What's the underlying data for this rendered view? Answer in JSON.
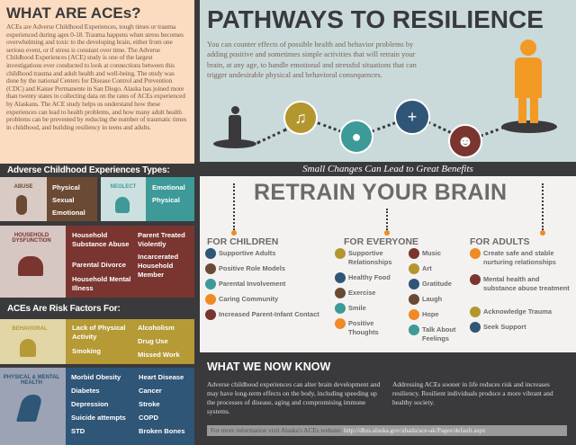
{
  "what_are_aces": {
    "title": "WHAT ARE ACEs?",
    "body": "ACEs are Adverse Childhood Experiences, tough times or trauma experienced during ages 0-18. Trauma happens when stress becomes overwhelming and toxic to the developing brain, either from one serious event, or if stress is constant over time. The Adverse Childhood Experiences (ACE) study is one of the largest investigations ever conducted to look at connections between this childhood trauma and adult health and well-being. The study was done by the national Centers for Disease Control and Prevention (CDC) and Kaiser Permanente in San Diego. Alaska has joined more than twenty states in collecting data on the rates of ACEs experienced by Alaskans. The ACE study helps us understand how these experiences can lead to health problems, and how many adult health problems can be prevented by reducing the number of traumatic times in childhood, and building resiliency in teens and adults."
  },
  "pathways": {
    "title": "PATHWAYS TO RESILIENCE",
    "body": "You can counter effects of possible health and behavior problems by adding positive and sometimes simple activities that will retrain your brain, at any age, to handle emotional and stressful situations that can trigger undesirable physical and behavioral consequences.",
    "icons": [
      {
        "name": "music-icon",
        "glyph": "♫",
        "color": "#b4962e"
      },
      {
        "name": "apple-icon",
        "glyph": "●",
        "color": "#3d9a98"
      },
      {
        "name": "conversation-icon",
        "glyph": "+",
        "color": "#2f5577"
      },
      {
        "name": "smiley-icon",
        "glyph": "☻",
        "color": "#7a3530"
      }
    ],
    "banner": "Small Changes Can Lead to Great Benefits"
  },
  "ace_types": {
    "header": "Adverse Childhood Experiences Types:",
    "abuse": {
      "label": "ABUSE",
      "items": [
        "Physical",
        "Sexual",
        "Emotional"
      ]
    },
    "neglect": {
      "label": "NEGLECT",
      "items": [
        "Emotional",
        "Physical"
      ]
    },
    "household": {
      "label": "HOUSEHOLD DYSFUNCTION",
      "col1": [
        "Household Substance Abuse",
        "Parental Divorce",
        "Household Mental Illness"
      ],
      "col2": [
        "Parent Treated Violently",
        "Incarcerated Household Member"
      ]
    }
  },
  "risk_factors": {
    "header": "ACEs Are Risk Factors For:",
    "behavioral": {
      "label": "BEHAVIORAL",
      "col1": [
        "Lack of Physical Activity",
        "Smoking"
      ],
      "col2": [
        "Alcoholism",
        "Drug Use",
        "Missed Work"
      ]
    },
    "physical": {
      "label": "PHYSICAL & MENTAL HEALTH",
      "col1": [
        "Morbid Obesity",
        "Diabetes",
        "Depression",
        "Suicide attempts",
        "STD"
      ],
      "col2": [
        "Heart Disease",
        "Cancer",
        "Stroke",
        "COPD",
        "Broken Bones"
      ]
    }
  },
  "retrain": {
    "title": "RETRAIN YOUR BRAIN",
    "children": {
      "title": "FOR CHILDREN",
      "items": [
        {
          "label": "Supportive Adults",
          "color": "#2f5577"
        },
        {
          "label": "Positive Role Models",
          "color": "#6b4a33"
        },
        {
          "label": "Parental Involvement",
          "color": "#3d9a98"
        },
        {
          "label": "Caring Community",
          "color": "#f08a24"
        },
        {
          "label": "Increased Parent-Infant Contact",
          "color": "#7a3530"
        }
      ]
    },
    "everyone": {
      "title": "FOR EVERYONE",
      "col1": [
        {
          "label": "Supportive Relationships",
          "color": "#b4962e"
        },
        {
          "label": "Healthy Food",
          "color": "#2f5577"
        },
        {
          "label": "Exercise",
          "color": "#6b4a33"
        },
        {
          "label": "Smile",
          "color": "#3d9a98"
        },
        {
          "label": "Positive Thoughts",
          "color": "#f08a24"
        }
      ],
      "col2": [
        {
          "label": "Music",
          "color": "#7a3530"
        },
        {
          "label": "Art",
          "color": "#b4962e"
        },
        {
          "label": "Gratitude",
          "color": "#2f5577"
        },
        {
          "label": "Laugh",
          "color": "#6b4a33"
        },
        {
          "label": "Hope",
          "color": "#f08a24"
        },
        {
          "label": "Talk About Feelings",
          "color": "#3d9a98"
        }
      ]
    },
    "adults": {
      "title": "FOR ADULTS",
      "items": [
        {
          "label": "Create safe and stable nurturing relationships",
          "color": "#f08a24"
        },
        {
          "label": "Mental health and substance abuse treatment",
          "color": "#7a3530"
        },
        {
          "label": "Acknowledge Trauma",
          "color": "#b4962e"
        },
        {
          "label": "Seek Support",
          "color": "#2f5577"
        }
      ]
    }
  },
  "now_know": {
    "title": "WHAT WE NOW KNOW",
    "p1": "Adverse childhood experiences can alter brain development and may have long-term effects on the body, including speeding up the processes of disease, aging and compromising immune systems.",
    "p2": "Addressing ACEs sooner in life reduces risk and increases resiliency. Resilient individuals produce a more vibrant and healthy society.",
    "more_label": "For more information visit Alaska's ACEs website:",
    "url": "http://dhss.alaska.gov/abada/ace-ak/Pages/default.aspx"
  }
}
